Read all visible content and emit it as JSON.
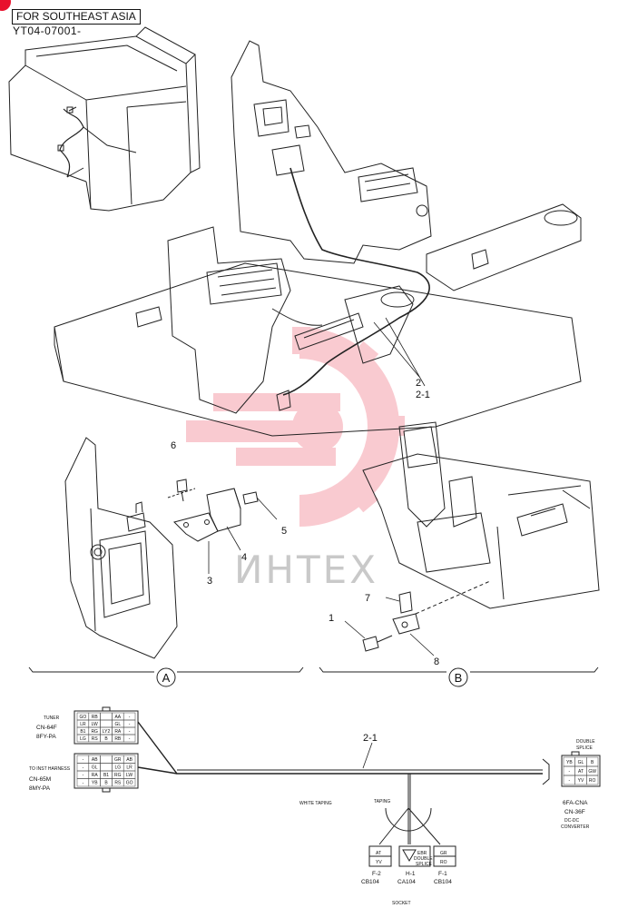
{
  "header": {
    "region": "FOR SOUTHEAST ASIA",
    "serial": "YT04-07001-"
  },
  "watermark": {
    "text": "ИНТЕХ",
    "color": "#e8112d"
  },
  "callouts": {
    "c1": "1",
    "c2": "2",
    "c2_1": "2-1",
    "c3": "3",
    "c4": "4",
    "c5": "5",
    "c6": "6",
    "c7": "7",
    "c8": "8"
  },
  "sections": {
    "a": "A",
    "b": "B"
  },
  "harness": {
    "label": "2-1",
    "white_taping": "WHITE TAPING",
    "taping": "TAPING",
    "socket": "SOCKET"
  },
  "connectors": {
    "cn64f": {
      "lines": [
        "TUNER",
        "CN-64F",
        "8FY-PA"
      ],
      "pins": [
        [
          "GO",
          "RB",
          "",
          "AA",
          "-"
        ],
        [
          "LR",
          "LW",
          "",
          "GL",
          "-"
        ],
        [
          "B1",
          "RG",
          "LY2",
          "RA",
          "-"
        ],
        [
          "LG",
          "RS",
          "B",
          "RB",
          "-"
        ]
      ]
    },
    "cn65m": {
      "lines": [
        "TO INST HARNESS",
        "CN-65M",
        "8MY-PA"
      ],
      "pins": [
        [
          "-",
          "AB",
          "",
          "GR",
          "AB"
        ],
        [
          "-",
          "GL",
          "",
          "LG",
          "LR"
        ],
        [
          "-",
          "RA",
          "B1",
          "RG",
          "LW"
        ],
        [
          "-",
          "YB",
          "B",
          "RS",
          "GO"
        ]
      ]
    },
    "cn36f": {
      "lines": [
        "6FA-CNA",
        "CN-36F",
        "DC-DC",
        "CONVERTER"
      ],
      "top": [
        "DOUBLE",
        "SPLICE"
      ],
      "pins": [
        [
          "YB",
          "GL",
          "B"
        ],
        [
          "-",
          "AT",
          "GW"
        ],
        [
          "-",
          "YV",
          "RO"
        ]
      ]
    },
    "bottom": [
      {
        "lines": [
          "F-2",
          "CB104"
        ],
        "pins": [
          "AT",
          "YV"
        ]
      },
      {
        "lines": [
          "H-1",
          "CA104"
        ],
        "pins": [
          "EBR",
          "DOUBLE",
          "SPLICE"
        ]
      },
      {
        "lines": [
          "F-1",
          "CB104"
        ],
        "pins": [
          "GR",
          "RO"
        ]
      }
    ]
  }
}
